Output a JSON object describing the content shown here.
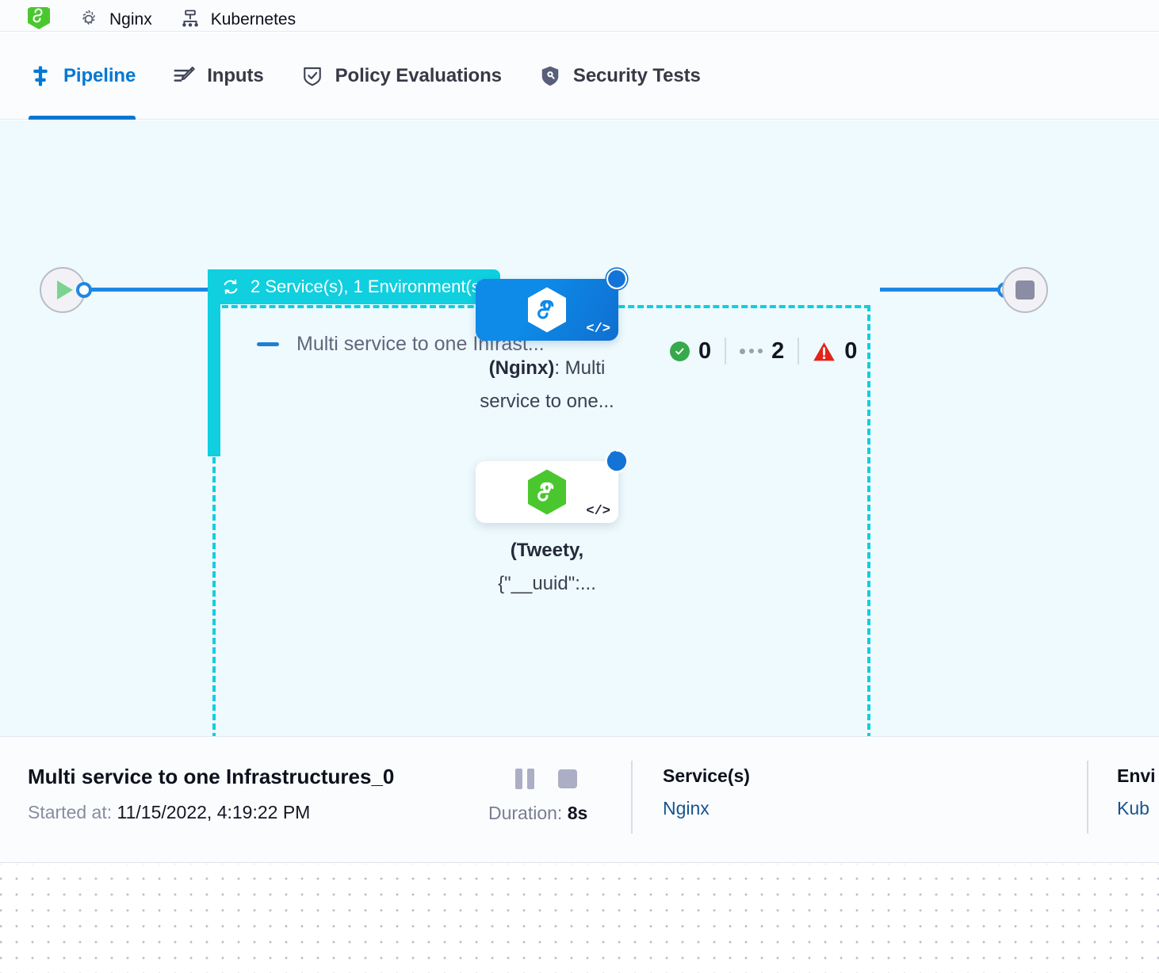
{
  "breadcrumb": {
    "logo_icon": "green-hexagon-logo-icon",
    "items": [
      {
        "icon": "gear-icon",
        "label": "Nginx"
      },
      {
        "icon": "kubernetes-icon",
        "label": "Kubernetes"
      }
    ]
  },
  "tabs": [
    {
      "id": "pipeline",
      "label": "Pipeline",
      "icon": "pipeline-icon",
      "active": true
    },
    {
      "id": "inputs",
      "label": "Inputs",
      "icon": "inputs-icon",
      "active": false
    },
    {
      "id": "policy-evaluations",
      "label": "Policy Evaluations",
      "icon": "policy-shield-check-icon",
      "active": false
    },
    {
      "id": "security-tests",
      "label": "Security Tests",
      "icon": "security-shield-icon",
      "active": false
    }
  ],
  "pipeline": {
    "start_node": {
      "name": "start-node",
      "icon": "play-icon"
    },
    "end_node": {
      "name": "end-node",
      "icon": "stop-icon"
    },
    "group": {
      "badge_label": "2 Service(s), 1 Environment(s)",
      "badge_icon": "loop-matrix-icon",
      "badge_color": "#10cfdf",
      "collapse_icon": "minus-icon",
      "title": "Multi service to one Infrast...",
      "status": {
        "success": {
          "icon": "check-circle-icon",
          "count": "0",
          "color": "#36a94b"
        },
        "pending": {
          "icon": "dots-pending-icon",
          "count": "2",
          "color": "#9aa0b0"
        },
        "failed": {
          "icon": "warning-triangle-icon",
          "count": "0",
          "color": "#e5231b"
        }
      },
      "nodes": [
        {
          "id": "nginx-node",
          "label_bold": "(Nginx)",
          "label_rest": ": Multi",
          "label_line2": "service to one...",
          "icon": "harness-hexagon-icon",
          "icon_color": "#ffffff",
          "card_color": "#0e8ae8",
          "badge": "running-spinner-icon",
          "code_glyph": "</>"
        },
        {
          "id": "tweety-node",
          "label_bold": "(Tweety,",
          "label_rest": "",
          "label_line2": "{\"__uuid\":...",
          "icon": "harness-hexagon-icon",
          "icon_color": "#4ac72e",
          "card_color": "#ffffff",
          "badge": "running-spinner-icon",
          "code_glyph": "</>"
        }
      ]
    }
  },
  "detail": {
    "title": "Multi service to one Infrastructures_0",
    "started_key": "Started at:",
    "started_value": "11/15/2022, 4:19:22 PM",
    "pause_button": "pause-icon",
    "stop_button": "stop-icon",
    "duration_key": "Duration:",
    "duration_value": "8s",
    "services": {
      "head": "Service(s)",
      "value": "Nginx"
    },
    "environments": {
      "head": "Envi",
      "value": "Kub"
    }
  }
}
